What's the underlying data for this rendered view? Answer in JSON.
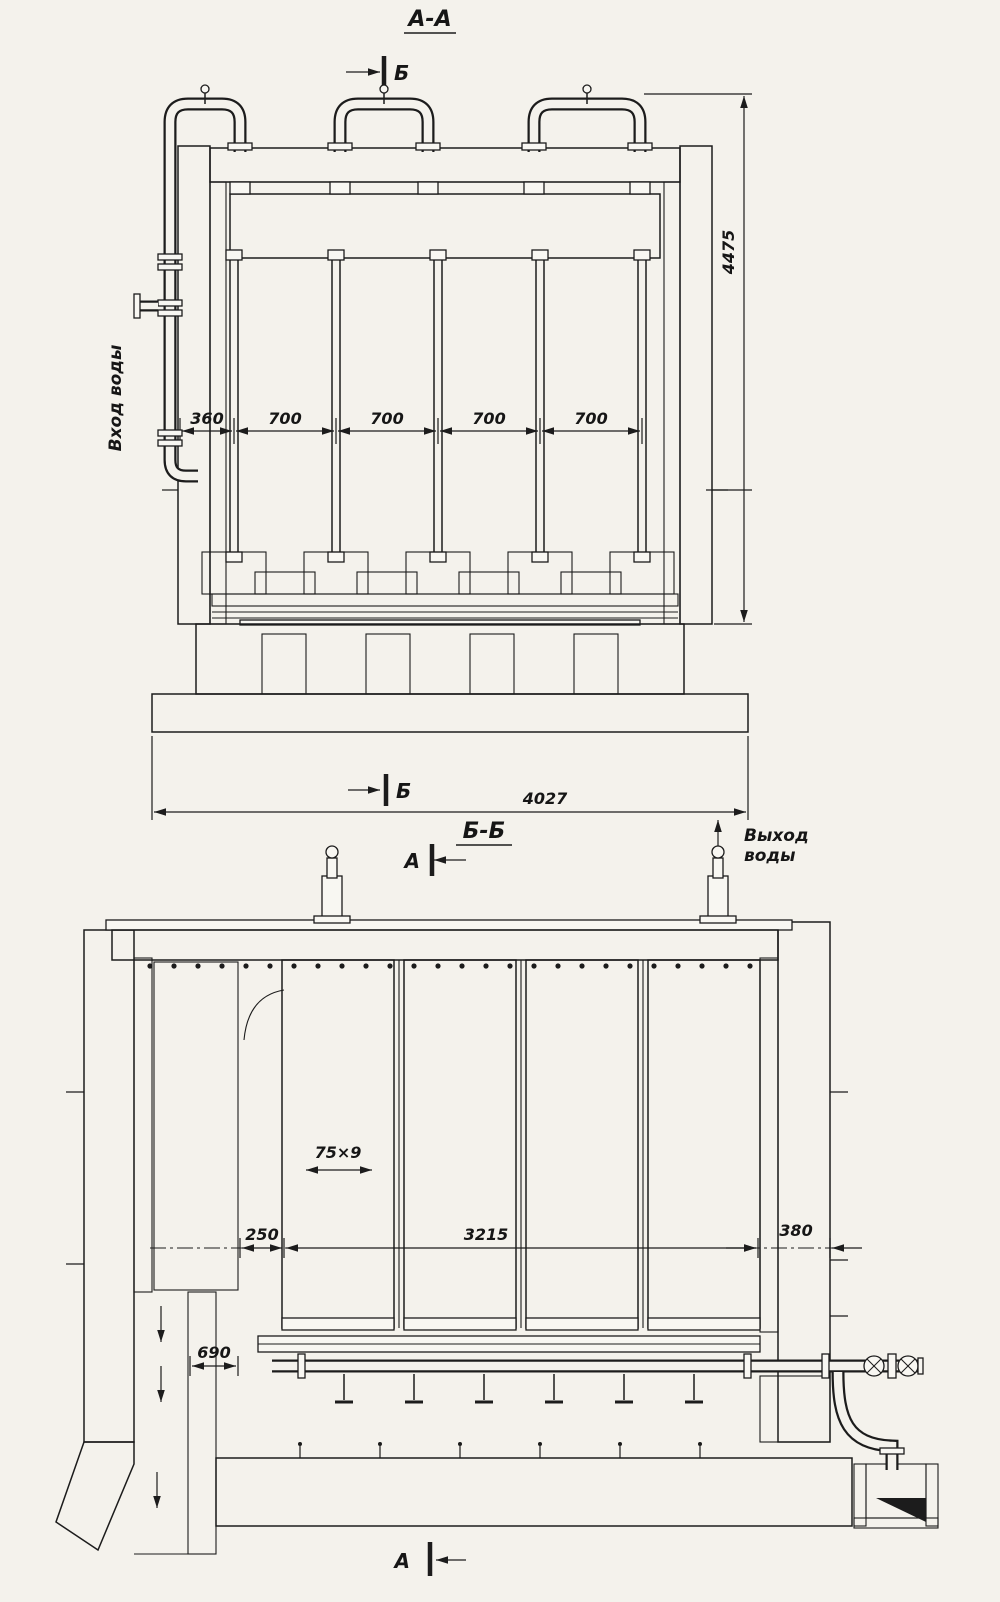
{
  "section_aa": {
    "title": "А-А",
    "cut_mark_top": "Б",
    "cut_mark_bottom": "Б",
    "inlet_label": "Вход воды",
    "dim_height": "4475",
    "dim_360": "360",
    "dims_700": [
      "700",
      "700",
      "700",
      "700"
    ],
    "dim_width": "4027"
  },
  "section_bb": {
    "title": "Б-Б",
    "outlet_line1": "Выход",
    "outlet_line2": "воды",
    "cut_mark_top": "А",
    "cut_mark_bottom": "А",
    "dim_tube": "75×9",
    "dim_250": "250",
    "dim_3215": "3215",
    "dim_380": "380",
    "dim_690": "690"
  }
}
